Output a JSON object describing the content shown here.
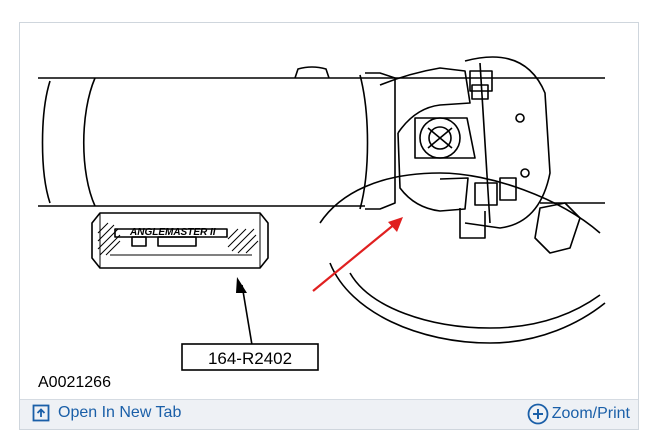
{
  "figure": {
    "tool_label": "ANGLEMASTER II",
    "callout": "164-R2402",
    "id": "A0021266"
  },
  "toolbar": {
    "open_label": "Open In New Tab",
    "zoom_label": "Zoom/Print"
  },
  "colors": {
    "accent": "#1a5fa8",
    "arrow": "#e02020",
    "toolbar_bg": "#eef1f5"
  },
  "icons": {
    "open": "open-in-new-tab-icon",
    "zoom": "zoom-plus-icon"
  }
}
